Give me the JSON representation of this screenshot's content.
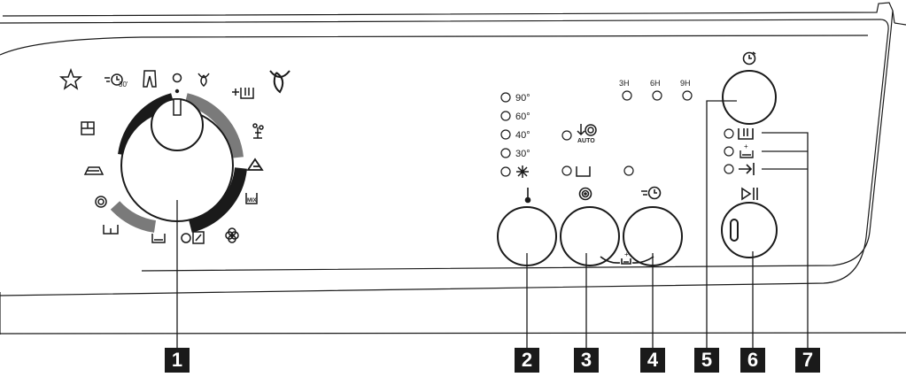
{
  "temperatures": [
    "90°",
    "60°",
    "40°",
    "30°"
  ],
  "delay_options": [
    "3H",
    "6H",
    "9H"
  ],
  "spin_auto_label": "AUTO",
  "dial_mix_label": "MIX",
  "dial_time_label": "30'",
  "extra_rinse_plus": "+",
  "callouts": [
    "1",
    "2",
    "3",
    "4",
    "5",
    "6",
    "7"
  ],
  "icons": {
    "dial": [
      "star-icon",
      "quick-30-icon",
      "jeans-icon",
      "off-icon",
      "bio-icon",
      "eco-bio-icon",
      "plus-rinse-icon",
      "wool-icon",
      "delicate-icon",
      "mix-icon",
      "flower-icon",
      "sport-shoes-icon",
      "soak-icon",
      "drain-icon",
      "spin-icon",
      "iron-icon",
      "curtain-icon"
    ],
    "buttons": [
      "thermometer-icon",
      "spin-icon",
      "quick-clock-icon",
      "delay-clock-icon",
      "start-pause-icon"
    ],
    "options": [
      "cold-icon",
      "no-spin-icon",
      "extra-rinse-icon",
      "prewash-icon",
      "skip-icon"
    ]
  },
  "colors": {
    "line": "#1a1a1a",
    "ring_dark": "#1a1a1a",
    "ring_gray": "#7a7a7a",
    "callout_bg": "#1a1a1a"
  }
}
